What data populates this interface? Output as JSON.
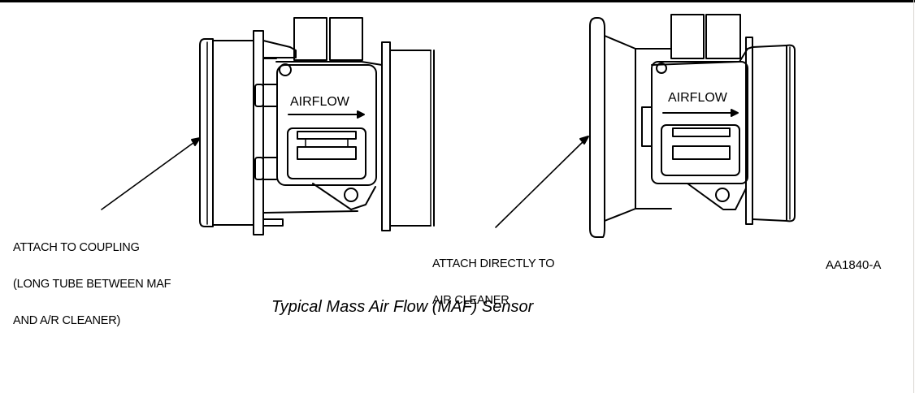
{
  "figure": {
    "caption": "Typical Mass Air Flow (MAF) Sensor",
    "figure_id": "AA1840-A"
  },
  "sensors": [
    {
      "name": "left-sensor",
      "body_label": "AIRFLOW",
      "callout": [
        "ATTACH TO COUPLING",
        "(LONG TUBE BETWEEN MAF",
        "AND A/R CLEANER)"
      ]
    },
    {
      "name": "right-sensor",
      "body_label": "AIRFLOW",
      "callout": [
        "ATTACH DIRECTLY TO",
        "AIR CLEANER"
      ]
    }
  ],
  "colors": {
    "ink": "#000000",
    "paper": "#ffffff"
  }
}
